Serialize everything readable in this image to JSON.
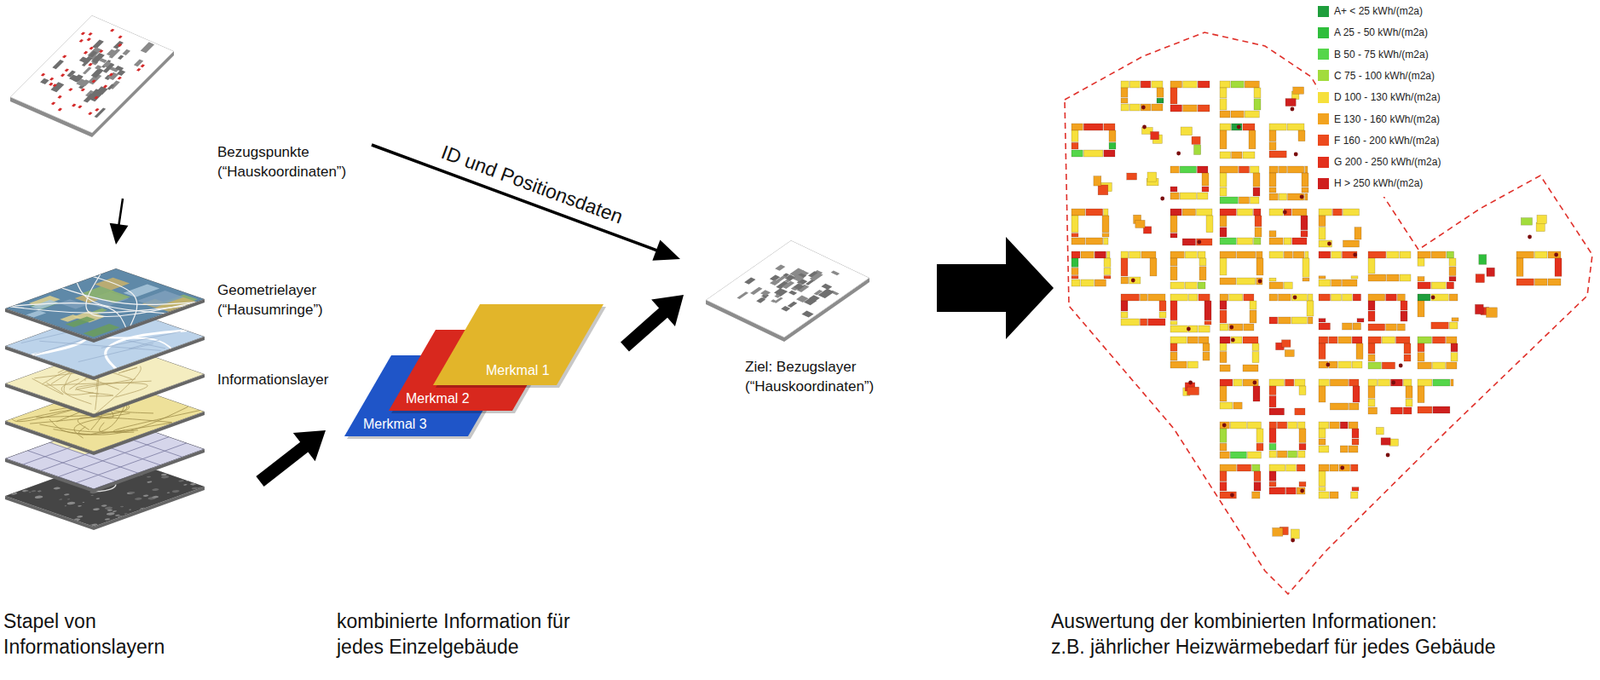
{
  "diagram": {
    "nodes": [
      {
        "text": [
          "Bezugspunkte (“Hauskoordinaten”)"
        ]
      },
      {
        "text": [
          "Geometrielayer (“Hausumringe”)",
          "Informationslayer"
        ]
      },
      {
        "text": [
          "Merkmal 1"
        ]
      },
      {
        "text": [
          "Merkmal 2"
        ]
      },
      {
        "text": [
          "Merkmal 3"
        ]
      },
      {
        "text": [
          "Ziel: Bezugslayer (“Hauskoordinaten”)"
        ]
      },
      {
        "text": [
          "Auswertung der kombinierten Informationen:",
          "z.B. jährlicher Heizwärmebedarf für jedes Gebäude"
        ]
      }
    ],
    "edges": [
      {
        "from": 0,
        "to": 1,
        "arrow": "to"
      },
      {
        "from": 0,
        "to": 5,
        "label": "ID und Positionsdaten",
        "arrow": "to"
      },
      {
        "from": 1,
        "to": 4,
        "arrow": "to"
      },
      {
        "from": 2,
        "to": 5,
        "arrow": "to"
      },
      {
        "from": 5,
        "to": 6,
        "arrow": "to"
      }
    ],
    "labels": [
      "Stapel von Informationslayern",
      "kombinierte Information für jedes Einzelgebäude"
    ],
    "legend": [
      {
        "text": "A+ < 25 kWh/(m2a)",
        "color": "#1e9e3c"
      },
      {
        "text": "A 25 - 50 kWh/(m2a)",
        "color": "#2fbe3c"
      },
      {
        "text": "B 50 - 75 kWh/(m2a)",
        "color": "#55d64a"
      },
      {
        "text": "C 75 - 100 kWh/(m2a)",
        "color": "#a2dc3c"
      },
      {
        "text": "D 100 - 130 kWh/(m2a)",
        "color": "#f6e03c"
      },
      {
        "text": "E 130 - 160 kWh/(m2a)",
        "color": "#f2a31f"
      },
      {
        "text": "F 160 - 200 kWh/(m2a)",
        "color": "#ec4a1d"
      },
      {
        "text": "G 200 - 250 kWh/(m2a)",
        "color": "#e3301c"
      },
      {
        "text": "H > 250 kWh/(m2a)",
        "color": "#cf1f1e"
      }
    ]
  }
}
